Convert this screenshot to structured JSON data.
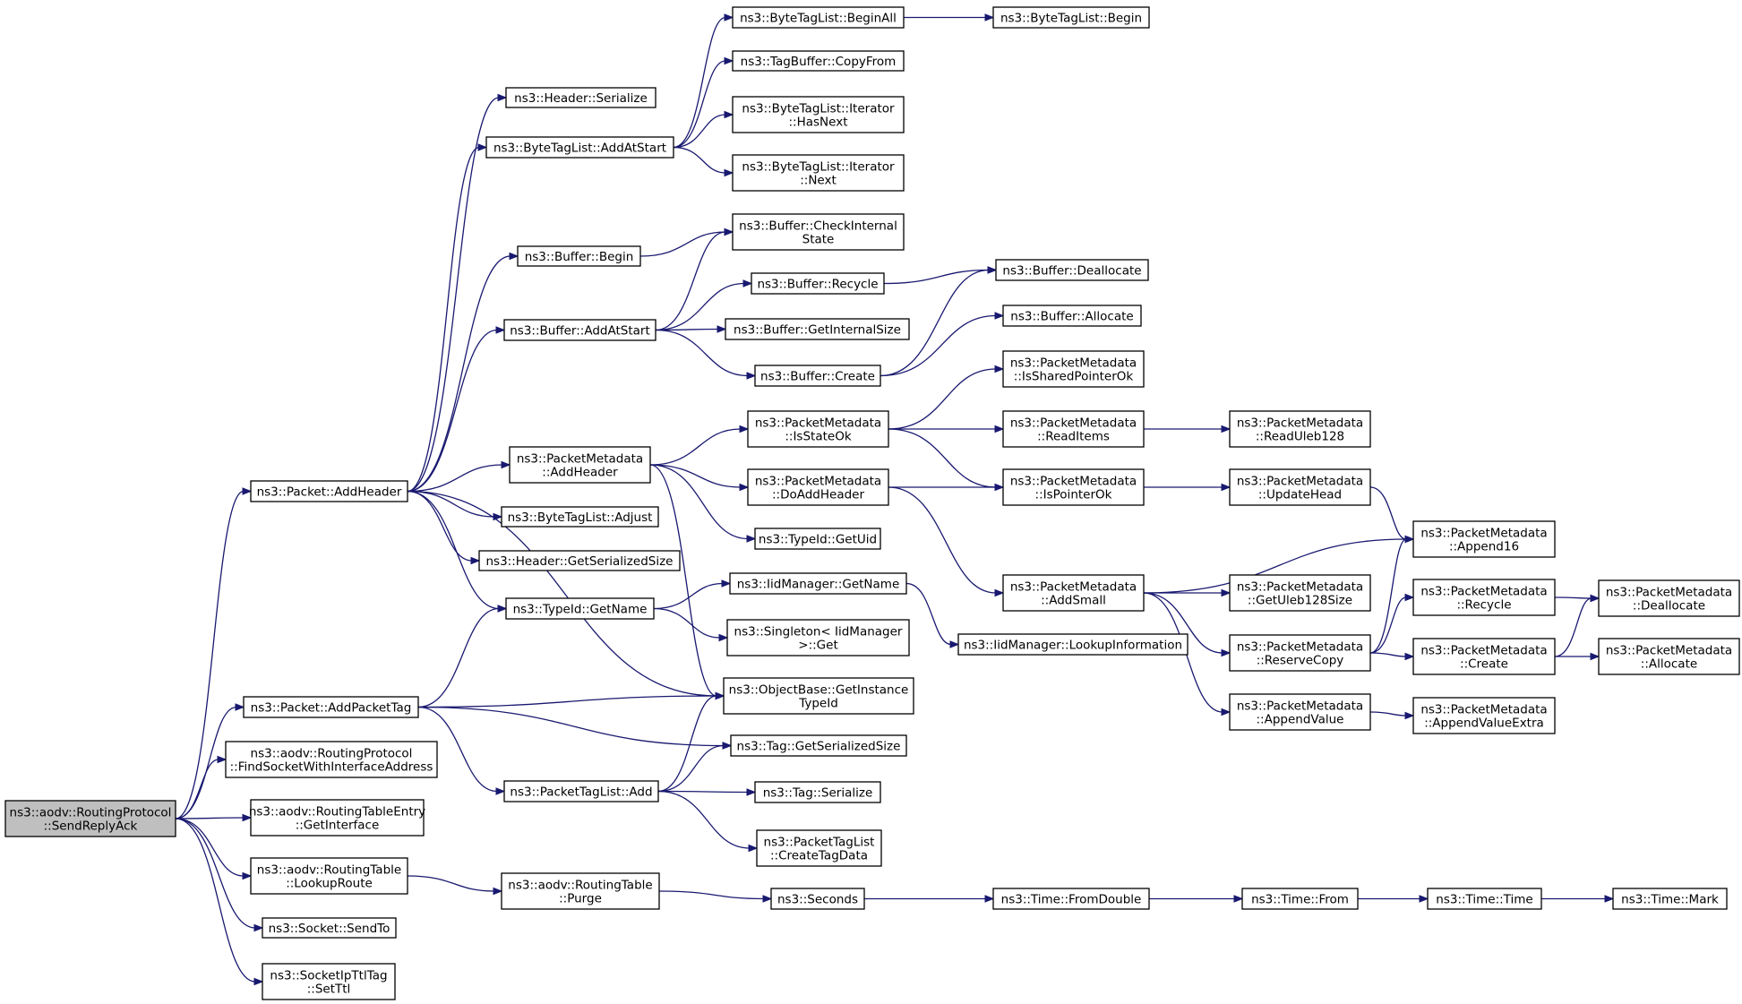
{
  "graph": {
    "nodes": [
      {
        "id": "root",
        "lines": [
          "ns3::aodv::RoutingProtocol",
          "::SendReplyAck"
        ],
        "root": true
      },
      {
        "id": "addHeader",
        "lines": [
          "ns3::Packet::AddHeader"
        ]
      },
      {
        "id": "addPacketTag",
        "lines": [
          "ns3::Packet::AddPacketTag"
        ]
      },
      {
        "id": "findSocket",
        "lines": [
          "ns3::aodv::RoutingProtocol",
          "::FindSocketWithInterfaceAddress"
        ]
      },
      {
        "id": "getInterface",
        "lines": [
          "ns3::aodv::RoutingTableEntry",
          "::GetInterface"
        ]
      },
      {
        "id": "lookupRoute",
        "lines": [
          "ns3::aodv::RoutingTable",
          "::LookupRoute"
        ]
      },
      {
        "id": "sendTo",
        "lines": [
          "ns3::Socket::SendTo"
        ]
      },
      {
        "id": "setTtl",
        "lines": [
          "ns3::SocketIpTtlTag",
          "::SetTtl"
        ]
      },
      {
        "id": "hdrSerialize",
        "lines": [
          "ns3::Header::Serialize"
        ]
      },
      {
        "id": "btlAddAtStart",
        "lines": [
          "ns3::ByteTagList::AddAtStart"
        ]
      },
      {
        "id": "bufBegin",
        "lines": [
          "ns3::Buffer::Begin"
        ]
      },
      {
        "id": "bufAddAtStart",
        "lines": [
          "ns3::Buffer::AddAtStart"
        ]
      },
      {
        "id": "pmAddHeader",
        "lines": [
          "ns3::PacketMetadata",
          "::AddHeader"
        ]
      },
      {
        "id": "btlAdjust",
        "lines": [
          "ns3::ByteTagList::Adjust"
        ]
      },
      {
        "id": "hdrGetSerSize",
        "lines": [
          "ns3::Header::GetSerializedSize"
        ]
      },
      {
        "id": "typeGetName",
        "lines": [
          "ns3::TypeId::GetName"
        ]
      },
      {
        "id": "objGetInstance",
        "lines": [
          "ns3::ObjectBase::GetInstance",
          "TypeId"
        ]
      },
      {
        "id": "tagGetSerSize",
        "lines": [
          "ns3::Tag::GetSerializedSize"
        ]
      },
      {
        "id": "ptlAdd",
        "lines": [
          "ns3::PacketTagList::Add"
        ]
      },
      {
        "id": "rtPurge",
        "lines": [
          "ns3::aodv::RoutingTable",
          "::Purge"
        ]
      },
      {
        "id": "btlBeginAll",
        "lines": [
          "ns3::ByteTagList::BeginAll"
        ]
      },
      {
        "id": "tbCopyFrom",
        "lines": [
          "ns3::TagBuffer::CopyFrom"
        ]
      },
      {
        "id": "itHasNext",
        "lines": [
          "ns3::ByteTagList::Iterator",
          "::HasNext"
        ]
      },
      {
        "id": "itNext",
        "lines": [
          "ns3::ByteTagList::Iterator",
          "::Next"
        ]
      },
      {
        "id": "bufCheckInternal",
        "lines": [
          "ns3::Buffer::CheckInternal",
          "State"
        ]
      },
      {
        "id": "bufRecycle",
        "lines": [
          "ns3::Buffer::Recycle"
        ]
      },
      {
        "id": "bufGetInternalSize",
        "lines": [
          "ns3::Buffer::GetInternalSize"
        ]
      },
      {
        "id": "bufCreate",
        "lines": [
          "ns3::Buffer::Create"
        ]
      },
      {
        "id": "pmIsStateOk",
        "lines": [
          "ns3::PacketMetadata",
          "::IsStateOk"
        ]
      },
      {
        "id": "pmDoAddHeader",
        "lines": [
          "ns3::PacketMetadata",
          "::DoAddHeader"
        ]
      },
      {
        "id": "typeGetUid",
        "lines": [
          "ns3::TypeId::GetUid"
        ]
      },
      {
        "id": "iidGetName",
        "lines": [
          "ns3::IidManager::GetName"
        ]
      },
      {
        "id": "singletonGet",
        "lines": [
          "ns3::Singleton< IidManager",
          ">::Get"
        ]
      },
      {
        "id": "tagSerialize",
        "lines": [
          "ns3::Tag::Serialize"
        ]
      },
      {
        "id": "ptlCreateTagData",
        "lines": [
          "ns3::PacketTagList",
          "::CreateTagData"
        ]
      },
      {
        "id": "seconds",
        "lines": [
          "ns3::Seconds"
        ]
      },
      {
        "id": "btlBegin",
        "lines": [
          "ns3::ByteTagList::Begin"
        ]
      },
      {
        "id": "bufDeallocate",
        "lines": [
          "ns3::Buffer::Deallocate"
        ]
      },
      {
        "id": "bufAllocate",
        "lines": [
          "ns3::Buffer::Allocate"
        ]
      },
      {
        "id": "pmIsSharedPtrOk",
        "lines": [
          "ns3::PacketMetadata",
          "::IsSharedPointerOk"
        ]
      },
      {
        "id": "pmReadItems",
        "lines": [
          "ns3::PacketMetadata",
          "::ReadItems"
        ]
      },
      {
        "id": "pmIsPointerOk",
        "lines": [
          "ns3::PacketMetadata",
          "::IsPointerOk"
        ]
      },
      {
        "id": "pmAddSmall",
        "lines": [
          "ns3::PacketMetadata",
          "::AddSmall"
        ]
      },
      {
        "id": "iidLookupInfo",
        "lines": [
          "ns3::IidManager::LookupInformation"
        ]
      },
      {
        "id": "timeFromDouble",
        "lines": [
          "ns3::Time::FromDouble"
        ]
      },
      {
        "id": "pmReadUleb128",
        "lines": [
          "ns3::PacketMetadata",
          "::ReadUleb128"
        ]
      },
      {
        "id": "pmUpdateHead",
        "lines": [
          "ns3::PacketMetadata",
          "::UpdateHead"
        ]
      },
      {
        "id": "pmGetUleb128Size",
        "lines": [
          "ns3::PacketMetadata",
          "::GetUleb128Size"
        ]
      },
      {
        "id": "pmReserveCopy",
        "lines": [
          "ns3::PacketMetadata",
          "::ReserveCopy"
        ]
      },
      {
        "id": "pmAppendValue",
        "lines": [
          "ns3::PacketMetadata",
          "::AppendValue"
        ]
      },
      {
        "id": "timeFrom",
        "lines": [
          "ns3::Time::From"
        ]
      },
      {
        "id": "pmAppend16",
        "lines": [
          "ns3::PacketMetadata",
          "::Append16"
        ]
      },
      {
        "id": "pmRecycle",
        "lines": [
          "ns3::PacketMetadata",
          "::Recycle"
        ]
      },
      {
        "id": "pmCreate",
        "lines": [
          "ns3::PacketMetadata",
          "::Create"
        ]
      },
      {
        "id": "pmAppendValueExtra",
        "lines": [
          "ns3::PacketMetadata",
          "::AppendValueExtra"
        ]
      },
      {
        "id": "timeTime",
        "lines": [
          "ns3::Time::Time"
        ]
      },
      {
        "id": "pmDeallocate",
        "lines": [
          "ns3::PacketMetadata",
          "::Deallocate"
        ]
      },
      {
        "id": "pmAllocate",
        "lines": [
          "ns3::PacketMetadata",
          "::Allocate"
        ]
      },
      {
        "id": "timeMark",
        "lines": [
          "ns3::Time::Mark"
        ]
      }
    ]
  },
  "colors": {
    "edge": "#191970",
    "root_fill": "#bfbfbf",
    "node_border": "#000000"
  }
}
